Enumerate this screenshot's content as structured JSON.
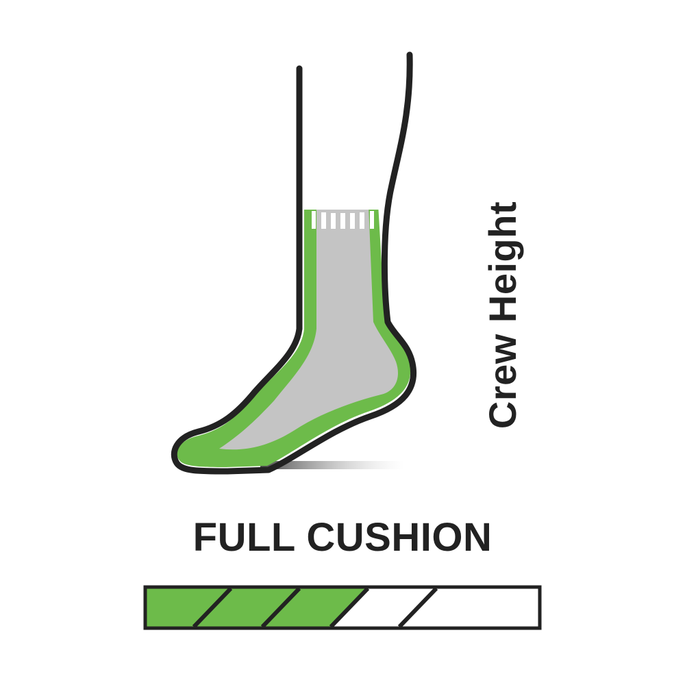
{
  "illustration": {
    "subject": "sock-on-foot-icon",
    "colors": {
      "outline": "#222222",
      "cushion_green": "#6dbb4a",
      "sock_gray": "#c4c4c4",
      "shadow": "#9a9a9a",
      "background": "#ffffff"
    }
  },
  "height_label": "Crew Height",
  "cushion": {
    "title": "FULL CUSHION",
    "meter": {
      "total_segments": 5,
      "filled_segments": 3,
      "filled_color": "#6dbb4a",
      "empty_color": "#ffffff",
      "border_color": "#222222"
    }
  }
}
